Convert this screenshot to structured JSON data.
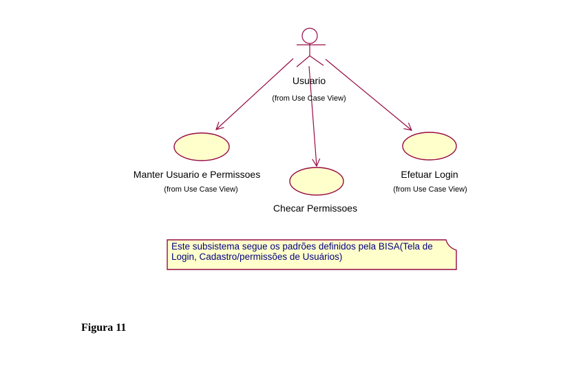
{
  "colors": {
    "background": "#FFFFFF",
    "shape_line": "#960943",
    "shape_fill": "#FFFFCC",
    "note_text_color": "#000080",
    "label_text_color": "#000000"
  },
  "actor": {
    "name": "Usuario",
    "origin": "(from Use Case View)"
  },
  "use_cases": [
    {
      "id": "manter",
      "name": "Manter Usuario e Permissoes",
      "origin": "(from Use Case View)"
    },
    {
      "id": "checar",
      "name": "Checar Permissoes"
    },
    {
      "id": "efetuar",
      "name": "Efetuar Login",
      "origin": "(from Use Case View)"
    }
  ],
  "note": {
    "text": "Este subsistema segue os padrões definidos pela BISA(Tela de Login, Cadastro/permissões de Usuários)"
  },
  "caption": "Figura 11"
}
